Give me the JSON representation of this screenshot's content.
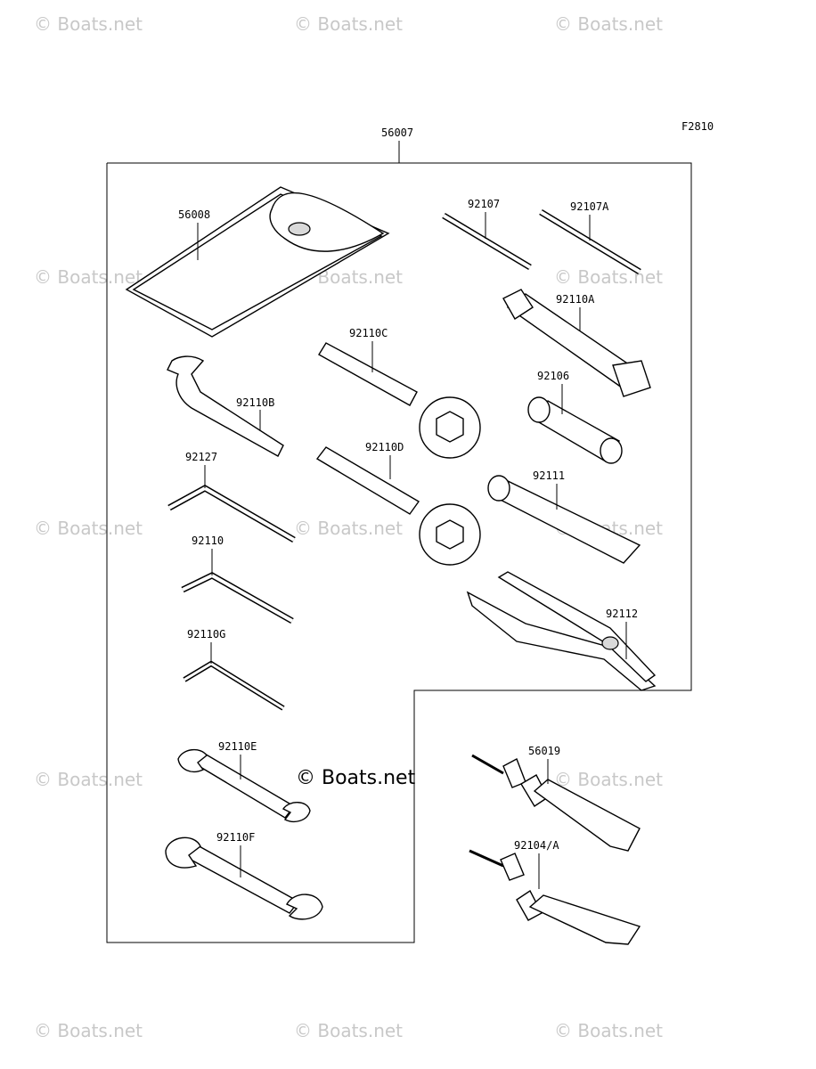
{
  "figure_code": "F2810",
  "main_assembly": "56007",
  "center_watermark": "© Boats.net",
  "watermark": "© Boats.net",
  "parts": {
    "p56008": "56008",
    "p92107": "92107",
    "p92107A": "92107A",
    "p92110A": "92110A",
    "p92110C": "92110C",
    "p92110B": "92110B",
    "p92106": "92106",
    "p92110D": "92110D",
    "p92127": "92127",
    "p92111": "92111",
    "p92110": "92110",
    "p92112": "92112",
    "p92110G": "92110G",
    "p92110E": "92110E",
    "p56019": "56019",
    "p92110F": "92110F",
    "p92104A": "92104/A"
  }
}
